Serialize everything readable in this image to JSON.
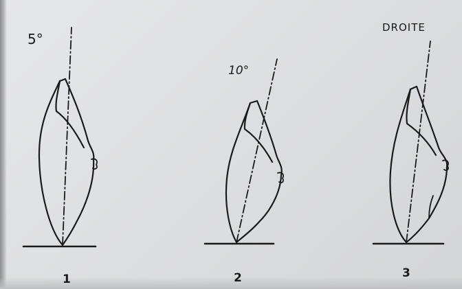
{
  "figures": [
    {
      "angle_label": "5°",
      "number": "1"
    },
    {
      "angle_label": "10°",
      "number": "2"
    },
    {
      "angle_label": "DROITE",
      "number": "3"
    }
  ],
  "colors": {
    "ink": "#1a1a1a",
    "paper": "#dedfe1"
  }
}
